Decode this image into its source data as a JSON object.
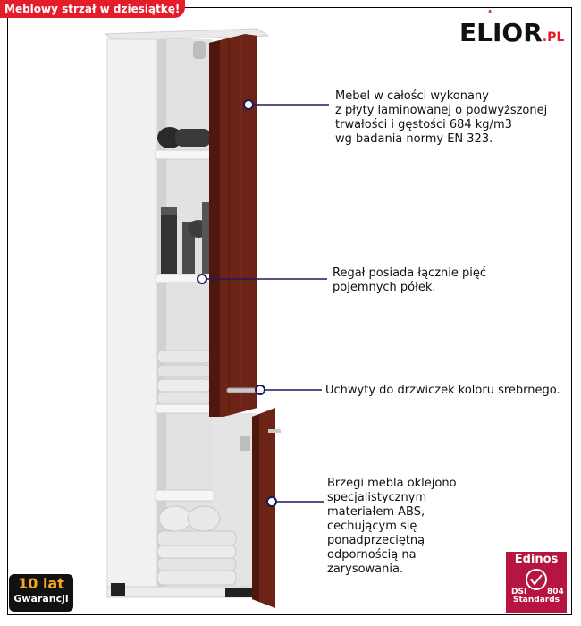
{
  "banner": {
    "text": "Meblowy strzał w dziesiątkę!"
  },
  "brand": {
    "name": "ELIOR",
    "suffix": ".PL"
  },
  "callouts": [
    {
      "text": "Mebel w całości wykonany\nz płyty laminowanej o podwyższonej\ntrwałości i gęstości 684 kg/m3\nwg badania normy EN 323."
    },
    {
      "text": "Regał posiada łącznie pięć\npojemnych półek."
    },
    {
      "text": "Uchwyty do drzwiczek koloru srebrnego."
    },
    {
      "text": "Brzegi mebla oklejono\nspecjalistycznym\nmateriałem ABS,\ncechującym się\nponadprzeciętną\nodpornością na\nzarysowania."
    }
  ],
  "badges": {
    "warranty": {
      "line1": "10 lat",
      "line2": "Gwarancji"
    },
    "certificate": {
      "line1": "Edinos",
      "line2": "DSI",
      "line3": "804",
      "line4": "Standards"
    }
  },
  "colors": {
    "accent": "#e51d2a",
    "wood": "#6b2416",
    "cabinet": "#f4f4f4",
    "badge": "#b5153e"
  }
}
